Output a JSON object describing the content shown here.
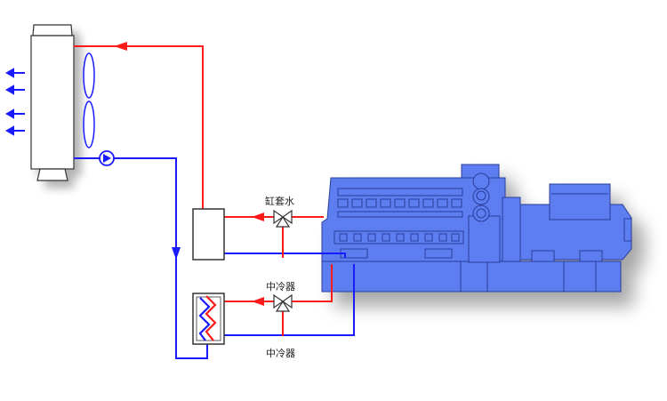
{
  "labels": {
    "cylinder_jacket_water": "缸套水",
    "intercooler_upper": "中冷器",
    "intercooler_lower": "中冷器"
  },
  "colors": {
    "hot_line": "#ff1a1a",
    "cold_line": "#1a1aff",
    "engine_fill": "#5c7ef0",
    "engine_stroke": "#2a3e9a",
    "outline": "#333333"
  },
  "icons": {
    "radiator": "radiator-icon",
    "fan": "fan-icon",
    "pump": "pump-icon",
    "heat_exchanger": "heat-exchanger-icon",
    "valve": "three-way-valve-icon",
    "engine": "generator-engine-icon",
    "airflow": "arrow-left-icon"
  }
}
